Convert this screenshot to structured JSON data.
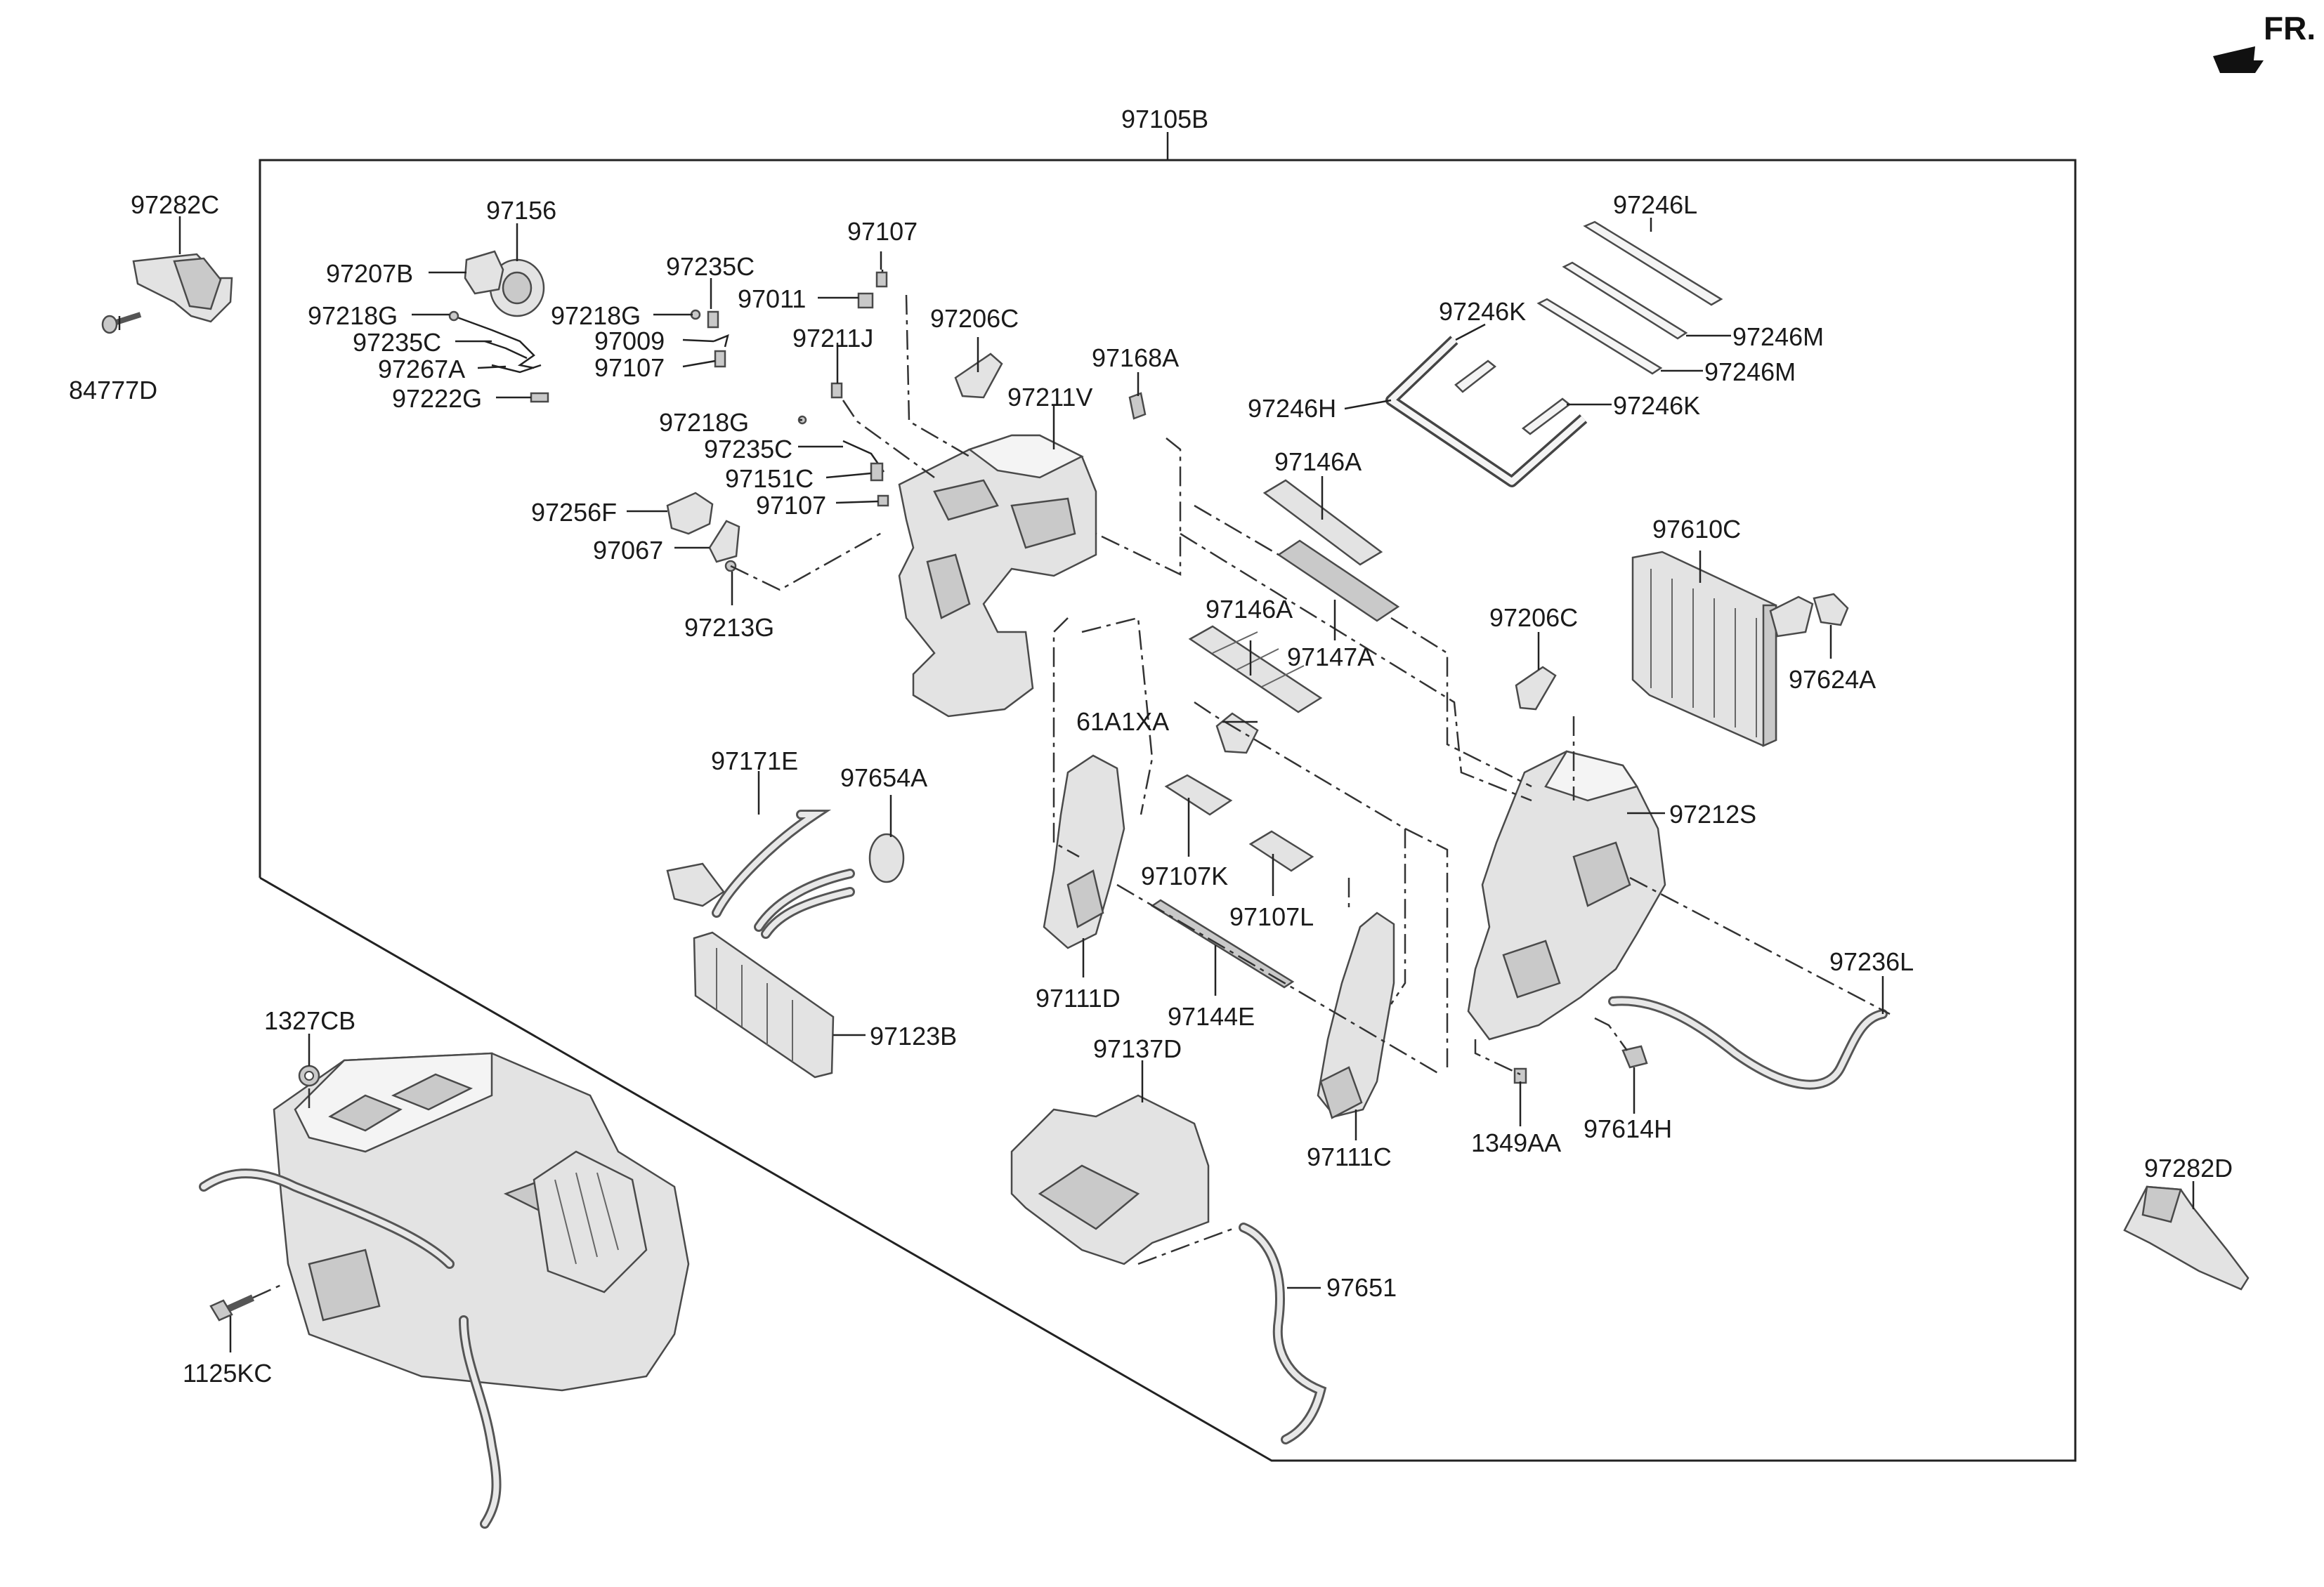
{
  "direction_label": "FR.",
  "assembly_label": "97105B",
  "labels": [
    {
      "id": "l0",
      "text": "97282C"
    },
    {
      "id": "l1",
      "text": "84777D"
    },
    {
      "id": "l2",
      "text": "97156"
    },
    {
      "id": "l3",
      "text": "97207B"
    },
    {
      "id": "l4",
      "text": "97218G"
    },
    {
      "id": "l5",
      "text": "97235C"
    },
    {
      "id": "l6",
      "text": "97267A"
    },
    {
      "id": "l7",
      "text": "97222G"
    },
    {
      "id": "l8",
      "text": "97235C"
    },
    {
      "id": "l9",
      "text": "97011"
    },
    {
      "id": "l10",
      "text": "97218G"
    },
    {
      "id": "l11",
      "text": "97009"
    },
    {
      "id": "l12",
      "text": "97107"
    },
    {
      "id": "l13",
      "text": "97107"
    },
    {
      "id": "l14",
      "text": "97211J"
    },
    {
      "id": "l15",
      "text": "97206C"
    },
    {
      "id": "l16",
      "text": "97211V"
    },
    {
      "id": "l17",
      "text": "97168A"
    },
    {
      "id": "l18",
      "text": "97218G"
    },
    {
      "id": "l19",
      "text": "97235C"
    },
    {
      "id": "l20",
      "text": "97151C"
    },
    {
      "id": "l21",
      "text": "97107"
    },
    {
      "id": "l22",
      "text": "97256F"
    },
    {
      "id": "l23",
      "text": "97067"
    },
    {
      "id": "l24",
      "text": "97213G"
    },
    {
      "id": "l25",
      "text": "97246L"
    },
    {
      "id": "l26",
      "text": "97246K"
    },
    {
      "id": "l27",
      "text": "97246M"
    },
    {
      "id": "l28",
      "text": "97246M"
    },
    {
      "id": "l29",
      "text": "97246H"
    },
    {
      "id": "l30",
      "text": "97246K"
    },
    {
      "id": "l31",
      "text": "97146A"
    },
    {
      "id": "l32",
      "text": "97146A"
    },
    {
      "id": "l33",
      "text": "97147A"
    },
    {
      "id": "l34",
      "text": "97206C"
    },
    {
      "id": "l35",
      "text": "97610C"
    },
    {
      "id": "l36",
      "text": "97624A"
    },
    {
      "id": "l37",
      "text": "61A1XA"
    },
    {
      "id": "l38",
      "text": "97171E"
    },
    {
      "id": "l39",
      "text": "97654A"
    },
    {
      "id": "l40",
      "text": "97212S"
    },
    {
      "id": "l41",
      "text": "97107K"
    },
    {
      "id": "l42",
      "text": "97107L"
    },
    {
      "id": "l43",
      "text": "97111D"
    },
    {
      "id": "l44",
      "text": "97144E"
    },
    {
      "id": "l45",
      "text": "97123B"
    },
    {
      "id": "l46",
      "text": "97236L"
    },
    {
      "id": "l47",
      "text": "97137D"
    },
    {
      "id": "l48",
      "text": "1349AA"
    },
    {
      "id": "l49",
      "text": "97614H"
    },
    {
      "id": "l50",
      "text": "97111C"
    },
    {
      "id": "l51",
      "text": "1327CB"
    },
    {
      "id": "l52",
      "text": "97282D"
    },
    {
      "id": "l53",
      "text": "97651"
    },
    {
      "id": "l54",
      "text": "1125KC"
    }
  ]
}
